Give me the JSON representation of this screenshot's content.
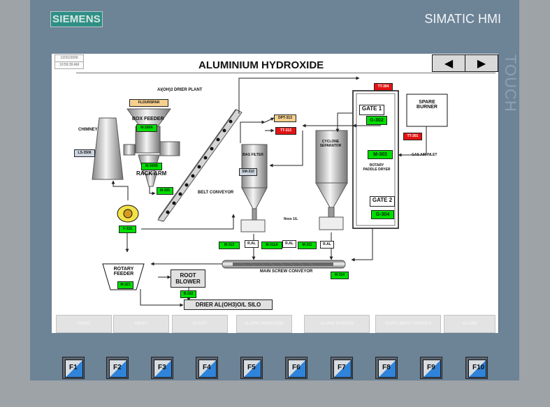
{
  "bezel": {
    "brand": "SIEMENS",
    "product": "SIMATIC HMI",
    "touch": "TOUCH"
  },
  "screen": {
    "date": "12/31/2000",
    "time": "10:59:39 AM",
    "title": "ALUMINIUM HYDROXIDE",
    "plant_label": "Al(OH)3 DRIER PLANT",
    "chimney": "CHIMNEY",
    "ls_tag": "LS-3506",
    "flourspar": "FLOURSPAR",
    "box_feeder": "BOX FEEDER",
    "m300a": "M-300A",
    "m300b": "M-300B",
    "rack_arm": "RACK ARM",
    "m305": "M-305",
    "belt_conveyor": "BELT CONVEYOR",
    "f315": "F-315",
    "bag_filter": "BAG FILTER",
    "sm_tag": "SM-310",
    "dpt": "DPT-313",
    "tt313": "TT-313",
    "cyclone": "CYCLONE SEPARATOR",
    "fines": "fines 1/L",
    "tt304": "TT-304",
    "gate1": "GATE 1",
    "g302": "G-302",
    "m303": "M-303",
    "rotary": "ROTARY PADDLE DRYER",
    "gate2": "GATE 2",
    "g304": "G-304",
    "spare": "SPARE BURNER",
    "tt301": "TT-301",
    "gas_air": "GAS AIR INLET",
    "m313": "M-313",
    "ral1": "R.AL",
    "m311a": "M-311A",
    "ral2": "R.AL",
    "m311": "M-311",
    "ral3": "R.AL",
    "main_screw": "MAIN SCREW CONVEYOR",
    "m314": "M-314",
    "rotary_feeder": "ROTARY FEEDER",
    "m321": "M-321",
    "root_blower": "ROOT BLOWER",
    "b322": "B-322",
    "silo": "DRIER AL(OH3)O/L SILO"
  },
  "buttons": [
    {
      "label": "HOME"
    },
    {
      "label": "MENU"
    },
    {
      "label": "IO LIST"
    },
    {
      "label": "ALARM ANNOUNSE"
    },
    {
      "label": "ALARM RANGES"
    },
    {
      "label": "INSRTUMENT RANGES"
    },
    {
      "label": "ALARM"
    }
  ],
  "fkeys": [
    "F1",
    "F2",
    "F3",
    "F4",
    "F5",
    "F6",
    "F7",
    "F8",
    "F9",
    "F10"
  ],
  "icons": {
    "left": "left-arrow-icon",
    "right": "right-arrow-icon"
  }
}
